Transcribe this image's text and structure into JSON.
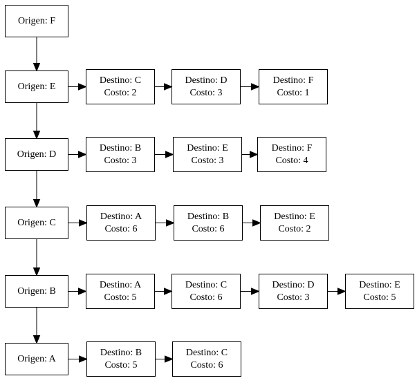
{
  "graph": {
    "origins": [
      {
        "label": "Origen: F",
        "edges": []
      },
      {
        "label": "Origen: E",
        "edges": [
          {
            "dest": "Destino: C",
            "cost": "Costo: 2"
          },
          {
            "dest": "Destino: D",
            "cost": "Costo: 3"
          },
          {
            "dest": "Destino: F",
            "cost": "Costo: 1"
          }
        ]
      },
      {
        "label": "Origen: D",
        "edges": [
          {
            "dest": "Destino: B",
            "cost": "Costo: 3"
          },
          {
            "dest": "Destino: E",
            "cost": "Costo: 3"
          },
          {
            "dest": "Destino: F",
            "cost": "Costo: 4"
          }
        ]
      },
      {
        "label": "Origen: C",
        "edges": [
          {
            "dest": "Destino: A",
            "cost": "Costo: 6"
          },
          {
            "dest": "Destino: B",
            "cost": "Costo: 6"
          },
          {
            "dest": "Destino: E",
            "cost": "Costo: 2"
          }
        ]
      },
      {
        "label": "Origen: B",
        "edges": [
          {
            "dest": "Destino: A",
            "cost": "Costo: 5"
          },
          {
            "dest": "Destino: C",
            "cost": "Costo: 6"
          },
          {
            "dest": "Destino: D",
            "cost": "Costo: 3"
          },
          {
            "dest": "Destino: E",
            "cost": "Costo: 5"
          }
        ]
      },
      {
        "label": "Origen: A",
        "edges": [
          {
            "dest": "Destino: B",
            "cost": "Costo: 5"
          },
          {
            "dest": "Destino: C",
            "cost": "Costo: 6"
          }
        ]
      }
    ]
  }
}
